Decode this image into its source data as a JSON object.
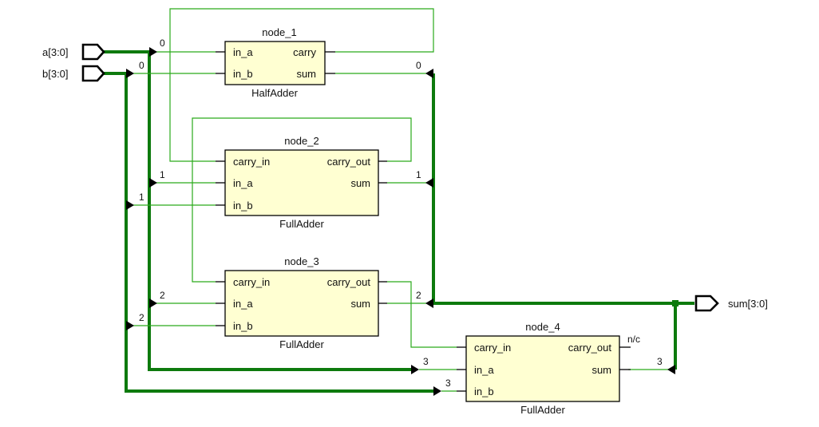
{
  "ports": {
    "inputs": [
      {
        "name": "a[3:0]"
      },
      {
        "name": "b[3:0]"
      }
    ],
    "outputs": [
      {
        "name": "sum[3:0]"
      }
    ]
  },
  "cells": [
    {
      "instance": "node_1",
      "type": "HalfAdder",
      "inputs": [
        "in_a",
        "in_b"
      ],
      "outputs": [
        "carry",
        "sum"
      ]
    },
    {
      "instance": "node_2",
      "type": "FullAdder",
      "inputs": [
        "carry_in",
        "in_a",
        "in_b"
      ],
      "outputs": [
        "carry_out",
        "sum"
      ]
    },
    {
      "instance": "node_3",
      "type": "FullAdder",
      "inputs": [
        "carry_in",
        "in_a",
        "in_b"
      ],
      "outputs": [
        "carry_out",
        "sum"
      ]
    },
    {
      "instance": "node_4",
      "type": "FullAdder",
      "inputs": [
        "carry_in",
        "in_a",
        "in_b"
      ],
      "outputs": [
        "carry_out",
        "sum"
      ]
    }
  ],
  "bit_labels": {
    "a": [
      "0",
      "1",
      "2",
      "3"
    ],
    "b": [
      "0",
      "1",
      "2",
      "3"
    ],
    "sum": [
      "0",
      "1",
      "2",
      "3"
    ]
  },
  "unconnected_label": "n/c",
  "colors": {
    "bus": "#0d7a0d",
    "net": "#2aaa1a",
    "cell_fill": "#ffffd2"
  }
}
